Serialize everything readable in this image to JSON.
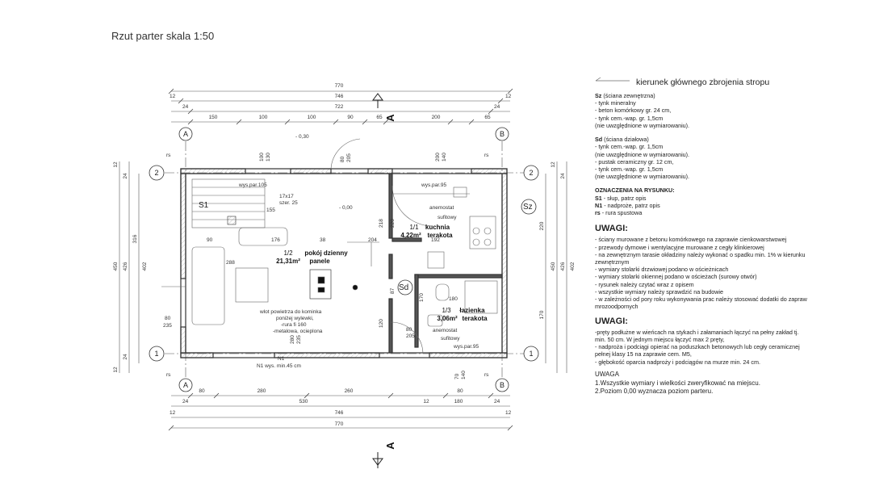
{
  "title": "Rzut parter skala 1:50",
  "legend_arrow_text": "kierunek głównego zbrojenia stropu",
  "notes": {
    "sz": {
      "head": "Sz",
      "head_rest": " (ściana zewnętrzna)",
      "lines": [
        "- tynk mineralny",
        "- beton komórkowy gr. 24 cm,",
        "- tynk cem.-wap. gr. 1,5cm",
        "(nie uwzględnione w wymiarowaniu)."
      ]
    },
    "sd": {
      "head": "Sd",
      "head_rest": " (ściana działowa)",
      "lines": [
        "- tynk cem.-wap. gr. 1,5cm",
        "(nie uwzględnione w wymiarowaniu).",
        "- pustak ceramiczny gr. 12 cm,",
        "- tynk cem.-wap. gr. 1,5cm",
        "(nie uwzględnione w wymiarowaniu)."
      ]
    },
    "marks": {
      "head": "OZNACZENIA NA RYSUNKU:",
      "items": [
        {
          "k": "S1",
          "v": " - słup, patrz opis"
        },
        {
          "k": "N1",
          "v": " - nadproże, patrz opis"
        },
        {
          "k": "rs",
          "v": " - rura spustowa"
        }
      ]
    },
    "uwagi1": {
      "head": "UWAGI:",
      "lines": [
        "- ściany murowane z betonu komórkowego na zaprawie cienkowarstwowej",
        "- przewody dymowe i wentylacyjne murowane z cegły klinkierowej",
        "- na zewnętrznym tarasie okładziny należy wykonać o spadku min. 1% w kierunku zewnętrznym",
        "- wymiary stolarki drzwiowej podano w ościeżnicach",
        "- wymiary stolarki okiennej podano w ościeżach (surowy otwór)",
        "- rysunek należy czytać wraz z opisem",
        "- wszystkie wymiary należy sprawdzić na budowie",
        "- w zależności od pory roku wykonywania prac należy stosować dodatki do zapraw mrozoodpornych"
      ]
    },
    "uwagi2": {
      "head": "UWAGI:",
      "lines": [
        "-pręty podłużne w wieńcach na stykach i załamaniach łączyć na pełny zakład tj. min. 50 cm. W jednym miejscu łączyć max 2 pręty,",
        "- nadproża i podciągi opierać na poduszkach betonowych lub cegły ceramicznej pełnej klasy 15 na zaprawie cem. M5,",
        "- głębokość oparcia nadproży i podciągów na murze min. 24 cm."
      ]
    },
    "uwaga3": {
      "head": "UWAGA",
      "lines": [
        "1.Wszystkie wymiary i wielkości zweryfikować na miejscu.",
        "2.Poziom 0,00 wyznacza poziom parteru."
      ]
    }
  },
  "plan": {
    "dims_top": {
      "total": "770",
      "row2": "746",
      "row3_l": "24",
      "row3": "722",
      "row3_r": "24",
      "row2_l": "12",
      "row2_r": "12",
      "row4": [
        "150",
        "100",
        "100",
        "90",
        "65",
        "200",
        "65"
      ]
    },
    "dims_bottom": {
      "row1": [
        "80",
        "280",
        "260",
        "80"
      ],
      "row2_l": "24",
      "row2": "530",
      "row2_m": "12",
      "row2_m2": "180",
      "row2_r": "24",
      "row3_l": "12",
      "row3": "746",
      "row3_r": "12",
      "total": "770"
    },
    "dims_left": {
      "outer": "450",
      "mid": "426",
      "inner": "316",
      "in2": "402",
      "a": "12",
      "b": "24",
      "c": "24",
      "d": "12",
      "win_a": "80",
      "win_b": "235"
    },
    "dims_right": {
      "outer": "450",
      "mid": "426",
      "in2": "402",
      "a": "220",
      "b": "170",
      "c": "24",
      "d": "12"
    },
    "axes": {
      "a": "A",
      "b": "B",
      "one": "1",
      "two": "2"
    },
    "section": "A",
    "rs": "rs",
    "level_030": "- 0,30",
    "level_000": "- 0,00",
    "rooms": [
      {
        "num": "1/2",
        "name": "pokój dzienny",
        "area": "21,31m²",
        "floor": "panele"
      },
      {
        "num": "1/1",
        "name": "kuchnia",
        "area": "4,22m²",
        "floor": "terakota"
      },
      {
        "num": "1/3",
        "name": "łazienka",
        "area": "3,06m²",
        "floor": "terakota"
      }
    ],
    "labels": {
      "s1": "S1",
      "sz": "Sz",
      "sd": "Sd",
      "wys105": "wys.par.105",
      "wys95a": "wys.par.95",
      "wys95b": "wys.par.95",
      "stairs": "17x17",
      "stairs2": "szer. 25",
      "anemostat1": "anemostat",
      "anemostat1b": "sufitowy",
      "anemostat2": "anemostat",
      "anemostat2b": "sufitowy",
      "wlot1": "wlot powietrza do kominka",
      "wlot2": "poniżej wylewki,",
      "wlot3": "-rura fi 160",
      "wlot4": "-metalowa, ocieplona",
      "n1": "N1",
      "n1b": "N1 wys. min.45 cm",
      "d80a": "80",
      "d205a": "205",
      "d80b": "80",
      "d205b": "205",
      "d100": "100",
      "d130": "130",
      "d200": "200",
      "d140": "140",
      "d155": "155",
      "d176": "176",
      "d38": "38",
      "d204": "204",
      "d192": "192",
      "d288": "288",
      "d90": "90",
      "d218": "218",
      "d220": "220",
      "d87": "87",
      "d170": "170",
      "d180": "180",
      "d120": "120",
      "d280": "280",
      "d235": "235",
      "d70": "70",
      "d140b": "140"
    }
  }
}
